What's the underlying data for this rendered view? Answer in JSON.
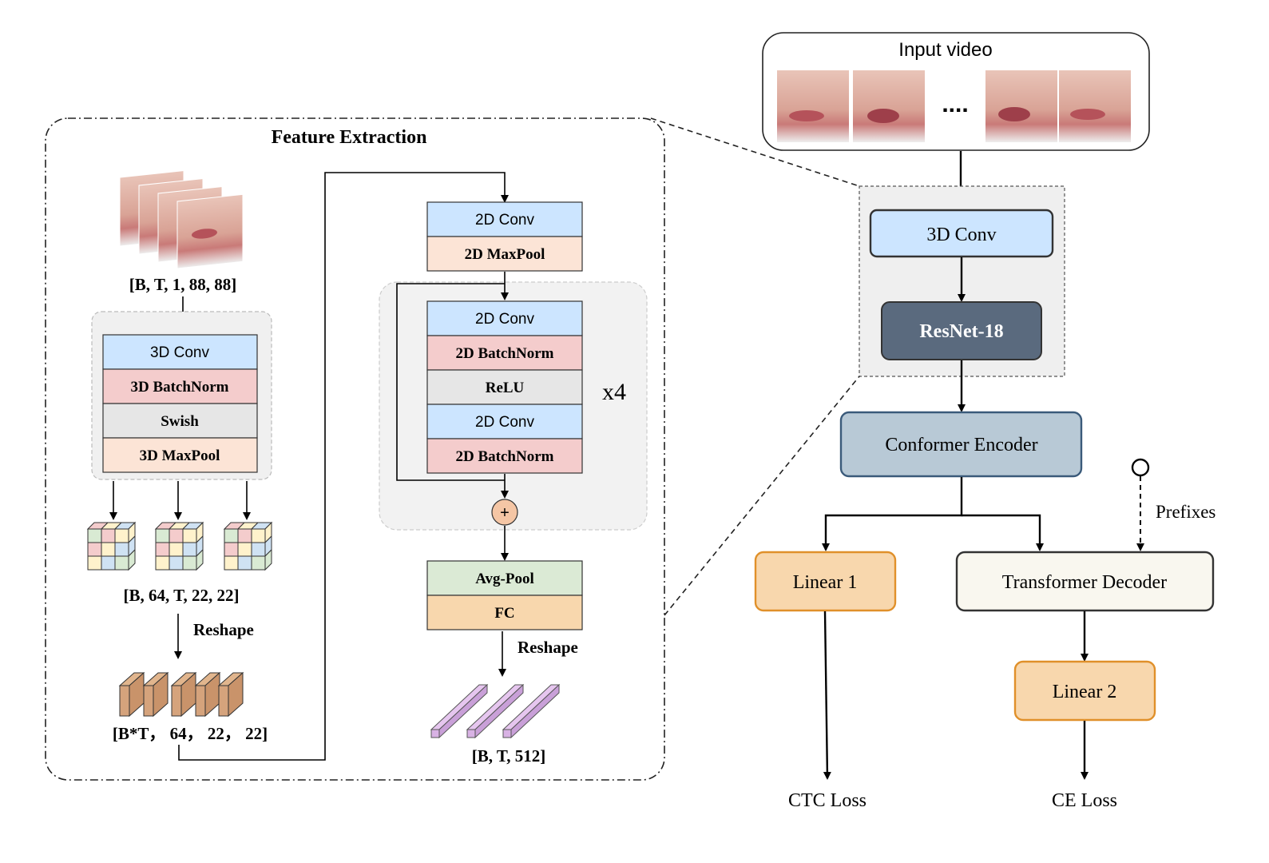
{
  "feature_extraction": {
    "title": "Feature Extraction",
    "input_shape": "[B, T, 1, 88, 88]",
    "block3d": [
      "3D Conv",
      "3D BatchNorm",
      "Swish",
      "3D MaxPool"
    ],
    "shape_3d": "[B, 64, T, 22, 22]",
    "reshape_label": "Reshape",
    "shape_2d": "[B*T， 64， 22， 22]",
    "conv2d": "2D Conv",
    "maxpool2d": "2D MaxPool",
    "resblock": [
      "2D Conv",
      "2D BatchNorm",
      "ReLU",
      "2D Conv",
      "2D BatchNorm"
    ],
    "repeat": "x4",
    "plus": "+",
    "head": [
      "Avg-Pool",
      "FC"
    ],
    "reshape_label2": "Reshape",
    "output_shape": "[B, T, 512]"
  },
  "pipeline": {
    "input_video": "Input video",
    "ellipsis": "....",
    "conv3d": "3D Conv",
    "resnet": "ResNet-18",
    "encoder": "Conformer Encoder",
    "linear1": "Linear 1",
    "decoder": "Transformer Decoder",
    "prefixes": "Prefixes",
    "linear2": "Linear 2",
    "ctc_loss": "CTC Loss",
    "ce_loss": "CE Loss"
  },
  "colors": {
    "blue": "#cce5ff",
    "pink": "#f4cccc",
    "gray": "#e6e6e6",
    "peach": "#fce4d6",
    "green": "#dbead5",
    "orange": "#f8d7ad",
    "resnet": "#5a6a7e",
    "encoder": "#b8c9d6",
    "decoder": "#f9f7ef"
  }
}
